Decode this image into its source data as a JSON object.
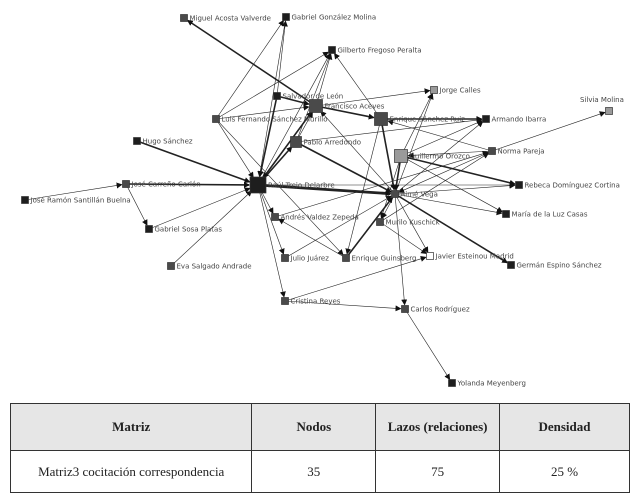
{
  "network": {
    "nodes": [
      {
        "id": "miguel",
        "label": "Miguel Acosta Valverde",
        "shade": "dark"
      },
      {
        "id": "gabrielgm",
        "label": "Gabriel González Molina",
        "shade": "black"
      },
      {
        "id": "gilberto",
        "label": "Gilberto Fregoso Peralta",
        "shade": "black"
      },
      {
        "id": "salvador",
        "label": "Salvador de León",
        "shade": "black"
      },
      {
        "id": "francisco",
        "label": "Francisco Aceves",
        "shade": "dark"
      },
      {
        "id": "jorge",
        "label": "Jorge Calles",
        "shade": "light"
      },
      {
        "id": "luisf",
        "label": "Luis Fernando Sánchez Murillo",
        "shade": "dark"
      },
      {
        "id": "enrique",
        "label": "Enrique Sánchez Ruiz",
        "shade": "dark"
      },
      {
        "id": "armando",
        "label": "Armando Ibarra",
        "shade": "black"
      },
      {
        "id": "silvia",
        "label": "Silvia Molina",
        "shade": "light"
      },
      {
        "id": "pablo",
        "label": "Pablo Arredondo",
        "shade": "dark"
      },
      {
        "id": "hugo",
        "label": "Hugo Sánchez",
        "shade": "black"
      },
      {
        "id": "guillermo",
        "label": "Guillermo Orozco",
        "shade": "light"
      },
      {
        "id": "norma",
        "label": "Norma Pareja",
        "shade": "dark"
      },
      {
        "id": "josec",
        "label": "José Carreño Carlón",
        "shade": "dark"
      },
      {
        "id": "raul",
        "label": "Raúl Trejo Delarbre",
        "shade": "black"
      },
      {
        "id": "rebeca",
        "label": "Rebeca Domínguez Cortina",
        "shade": "black"
      },
      {
        "id": "aime",
        "label": "Aimé Vega",
        "shade": "dark"
      },
      {
        "id": "joser",
        "label": "José Ramón Santillán Buelna",
        "shade": "black"
      },
      {
        "id": "andres",
        "label": "Andrés Valdez Zepeda",
        "shade": "dark"
      },
      {
        "id": "murilo",
        "label": "Murilo Kuschick",
        "shade": "dark"
      },
      {
        "id": "maria",
        "label": "María de la Luz Casas",
        "shade": "black"
      },
      {
        "id": "gabrielsp",
        "label": "Gabriel Sosa Platas",
        "shade": "black"
      },
      {
        "id": "julio",
        "label": "Julio Juárez",
        "shade": "dark"
      },
      {
        "id": "enriqueg",
        "label": "Enrique Guinsberg",
        "shade": "dark"
      },
      {
        "id": "javier",
        "label": "Javier Esteinou Madrid",
        "shade": "white"
      },
      {
        "id": "german",
        "label": "Germán Espino Sánchez",
        "shade": "black"
      },
      {
        "id": "eva",
        "label": "Eva Salgado Andrade",
        "shade": "dark"
      },
      {
        "id": "cristina",
        "label": "Cristina Reyes",
        "shade": "dark"
      },
      {
        "id": "carlos",
        "label": "Carlos Rodríguez",
        "shade": "dark"
      },
      {
        "id": "yolanda",
        "label": "Yolanda Meyenberg",
        "shade": "black"
      }
    ],
    "edges": [
      [
        "francisco",
        "miguel",
        2
      ],
      [
        "salvador",
        "gabrielgm",
        1
      ],
      [
        "luisf",
        "gabrielgm",
        1
      ],
      [
        "francisco",
        "gilberto",
        1
      ],
      [
        "pablo",
        "gilberto",
        1
      ],
      [
        "luisf",
        "gilberto",
        1
      ],
      [
        "enrique",
        "gilberto",
        1
      ],
      [
        "raul",
        "gilberto",
        1
      ],
      [
        "francisco",
        "jorge",
        1
      ],
      [
        "guillermo",
        "jorge",
        1
      ],
      [
        "aime",
        "jorge",
        1
      ],
      [
        "enrique",
        "armando",
        2
      ],
      [
        "guillermo",
        "armando",
        1
      ],
      [
        "aime",
        "armando",
        1
      ],
      [
        "norma",
        "silvia",
        1
      ],
      [
        "norma",
        "enrique",
        1
      ],
      [
        "norma",
        "guillermo",
        1
      ],
      [
        "francisco",
        "enrique",
        2
      ],
      [
        "salvador",
        "francisco",
        2
      ],
      [
        "luisf",
        "francisco",
        1
      ],
      [
        "pablo",
        "francisco",
        1
      ],
      [
        "raul",
        "francisco",
        2
      ],
      [
        "aime",
        "francisco",
        1
      ],
      [
        "hugo",
        "raul",
        2
      ],
      [
        "josec",
        "raul",
        2
      ],
      [
        "joser",
        "josec",
        1
      ],
      [
        "josec",
        "gabrielsp",
        1
      ],
      [
        "gabrielsp",
        "raul",
        1
      ],
      [
        "eva",
        "raul",
        1
      ],
      [
        "raul",
        "aime",
        3
      ],
      [
        "pablo",
        "aime",
        2
      ],
      [
        "enrique",
        "aime",
        2
      ],
      [
        "guillermo",
        "aime",
        2
      ],
      [
        "guillermo",
        "rebeca",
        2
      ],
      [
        "aime",
        "rebeca",
        1
      ],
      [
        "aime",
        "maria",
        1
      ],
      [
        "norma",
        "aime",
        1
      ],
      [
        "aime",
        "german",
        2
      ],
      [
        "aime",
        "javier",
        1
      ],
      [
        "aime",
        "carlos",
        1
      ],
      [
        "aime",
        "murilo",
        1
      ],
      [
        "enriqueg",
        "aime",
        2
      ],
      [
        "enriqueg",
        "andres",
        1
      ],
      [
        "julio",
        "aime",
        1
      ],
      [
        "raul",
        "andres",
        1
      ],
      [
        "raul",
        "julio",
        1
      ],
      [
        "raul",
        "cristina",
        1
      ],
      [
        "raul",
        "pablo",
        2
      ],
      [
        "luisf",
        "raul",
        1
      ],
      [
        "salvador",
        "raul",
        2
      ],
      [
        "gabrielgm",
        "raul",
        1
      ],
      [
        "francisco",
        "raul",
        1
      ],
      [
        "cristina",
        "javier",
        1
      ],
      [
        "cristina",
        "carlos",
        1
      ],
      [
        "carlos",
        "yolanda",
        1
      ],
      [
        "murilo",
        "javier",
        1
      ],
      [
        "guillermo",
        "murilo",
        1
      ],
      [
        "enrique",
        "enriqueg",
        1
      ],
      [
        "andres",
        "norma",
        1
      ],
      [
        "murilo",
        "norma",
        1
      ],
      [
        "raul",
        "rebeca",
        1
      ],
      [
        "luisf",
        "enriqueg",
        1
      ],
      [
        "pablo",
        "armando",
        1
      ],
      [
        "guillermo",
        "maria",
        1
      ]
    ]
  },
  "table": {
    "headers": [
      "Matriz",
      "Nodos",
      "Lazos (relaciones)",
      "Densidad"
    ],
    "row": [
      "Matriz3 cocitación correspondencia",
      "35",
      "75",
      "25 %"
    ]
  }
}
